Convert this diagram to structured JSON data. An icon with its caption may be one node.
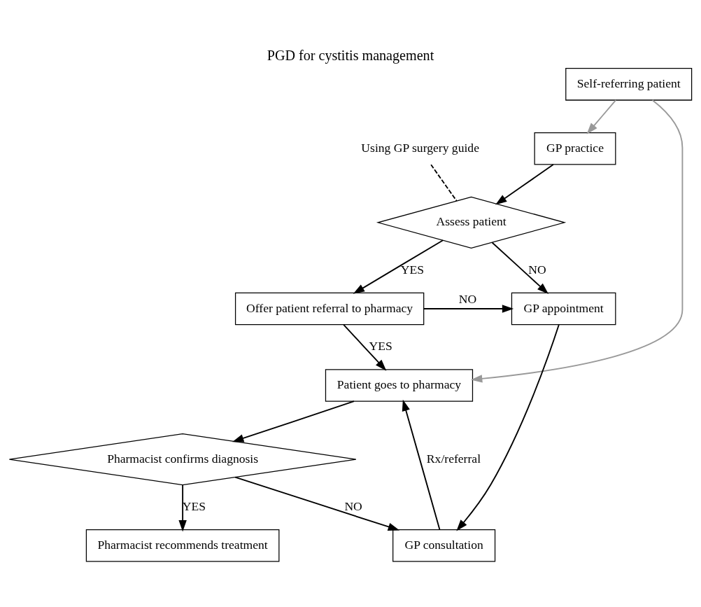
{
  "diagram": {
    "title": "PGD for cystitis management",
    "nodes": [
      {
        "text": [
          "Self-referring patient"
        ]
      },
      {
        "text": [
          "GP practice"
        ]
      },
      {
        "text": [
          "Assess patient"
        ]
      },
      {
        "text": [
          "Using GP surgery guide"
        ]
      },
      {
        "text": [
          "Offer patient referral to pharmacy"
        ]
      },
      {
        "text": [
          "GP appointment"
        ]
      },
      {
        "text": [
          "GP consultation"
        ]
      },
      {
        "text": [
          "Patient goes to pharmacy"
        ]
      },
      {
        "text": [
          "Pharmacist confirms diagnosis"
        ]
      },
      {
        "text": [
          "Pharmacist recommends treatment"
        ]
      }
    ],
    "edges": [
      {
        "from": 0,
        "to": 1,
        "arrow": "to",
        "color": "#999999"
      },
      {
        "from": 1,
        "to": 2,
        "arrow": "to"
      },
      {
        "from": 3,
        "to": 2,
        "arrow": "none",
        "style": "dashed"
      },
      {
        "from": 2,
        "to": 4,
        "arrow": "to",
        "label": "YES"
      },
      {
        "from": 2,
        "to": 5,
        "arrow": "to",
        "label": "NO"
      },
      {
        "from": 4,
        "to": 5,
        "arrow": "to",
        "label": "NO"
      },
      {
        "from": 4,
        "to": 7,
        "arrow": "to",
        "label": "YES"
      },
      {
        "from": 0,
        "to": 7,
        "arrow": "to",
        "color": "#999999"
      },
      {
        "from": 5,
        "to": 6,
        "arrow": "to"
      },
      {
        "from": 6,
        "to": 7,
        "arrow": "to",
        "label": "Rx/referral"
      },
      {
        "from": 8,
        "to": 6,
        "arrow": "to",
        "label": "NO"
      },
      {
        "from": 7,
        "to": 8,
        "arrow": "to"
      },
      {
        "from": 8,
        "to": 9,
        "arrow": "to",
        "label": "YES"
      }
    ]
  }
}
